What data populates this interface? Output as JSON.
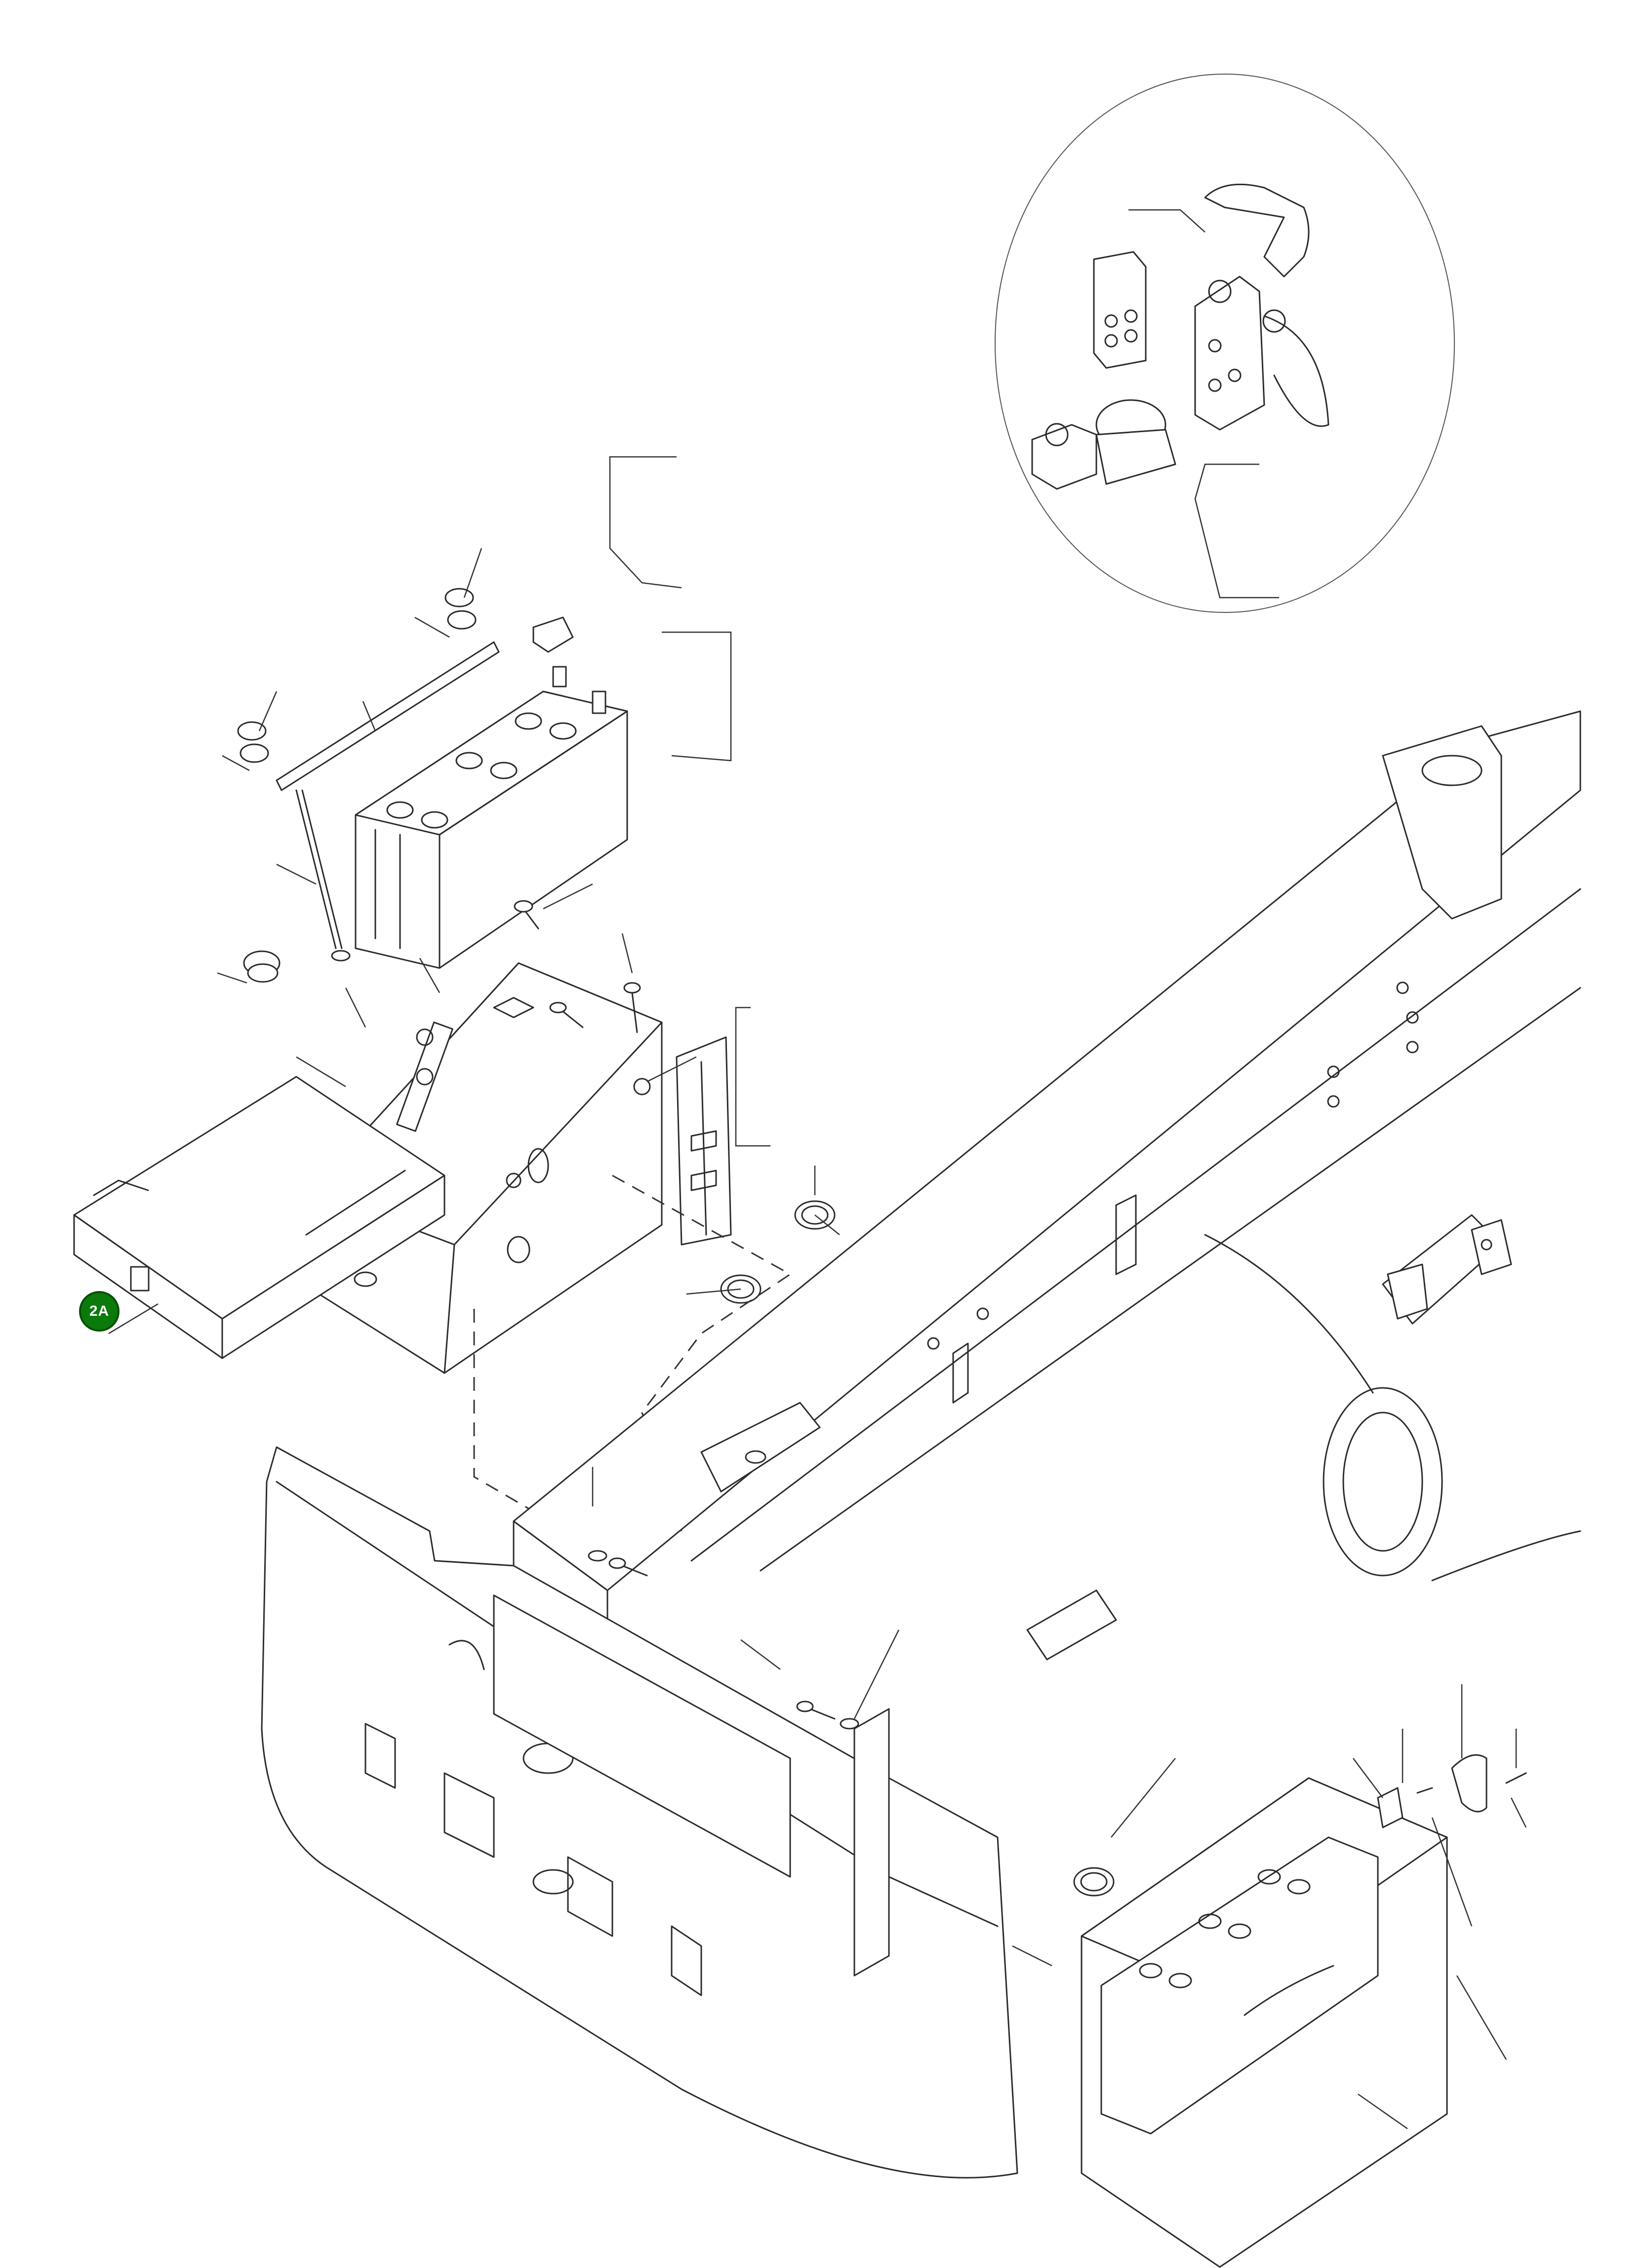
{
  "diagram": {
    "callouts": [
      {
        "label": "2A",
        "color": "#0a7a0a"
      }
    ],
    "components": [
      "battery-upper",
      "battery-lower",
      "battery-box",
      "battery-tray",
      "hold-down-bar",
      "hold-down-rods",
      "terminal-clamp",
      "latch-assembly",
      "bumper",
      "chassis-frame",
      "detail-circle-inset"
    ]
  }
}
